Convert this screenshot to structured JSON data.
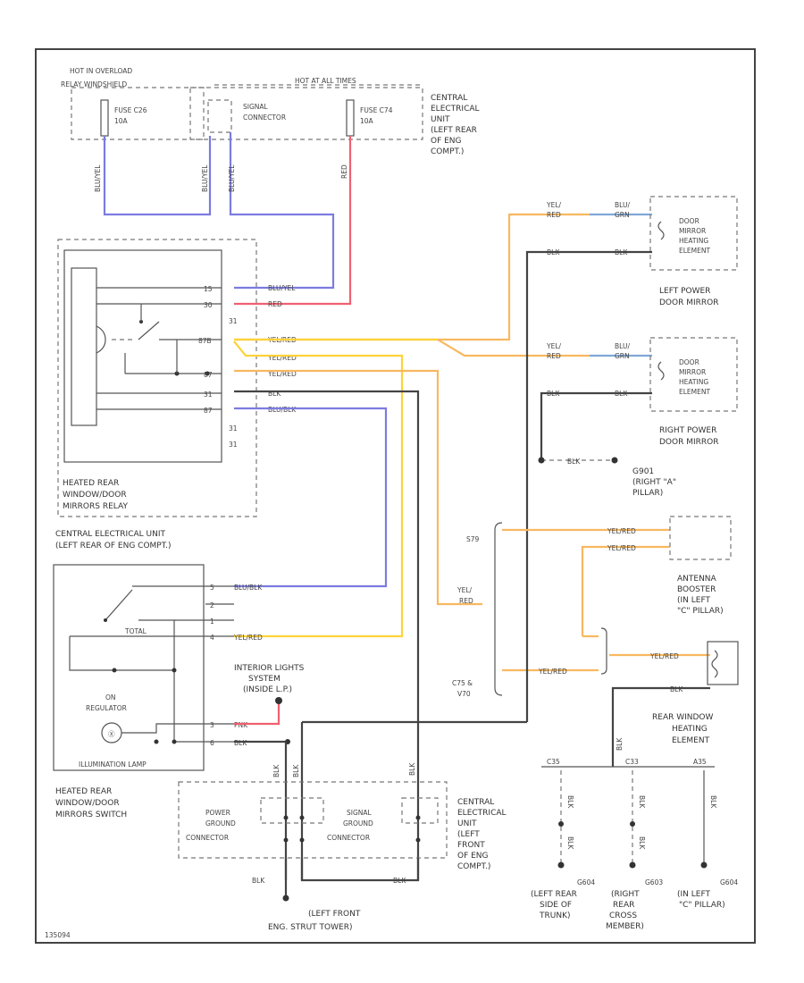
{
  "diagram": {
    "top_left_label": [
      "HOT IN OVERLOAD",
      "RELAY WINDSHIELD"
    ],
    "top_right_bar_label": "HOT AT ALL TIMES",
    "fuses": {
      "left": [
        "FUSE C26",
        "10A"
      ],
      "right": [
        "FUSE C74",
        "10A"
      ],
      "signal_connector": [
        "SIGNAL",
        "CONNECTOR"
      ]
    },
    "central_unit_top": [
      "CENTRAL",
      "ELECTRICAL",
      "UNIT",
      "(LEFT REAR",
      "OF ENG",
      "COMPT.)"
    ],
    "wire_top": {
      "a": "BLU/YEL",
      "b": "BLU/YEL",
      "c": "BLU/YEL",
      "d": "RED"
    },
    "relay": {
      "pins": [
        "15",
        "30",
        "31",
        "87B",
        "87",
        "31",
        "87",
        "31",
        "31"
      ],
      "wires": [
        "BLU/YEL",
        "RED",
        "YEL/RED",
        "YEL/RED",
        "YEL/RED",
        "BLK",
        "BLU/BLK"
      ],
      "label": [
        "HEATED REAR",
        "WINDOW/DOOR",
        "MIRRORS RELAY"
      ]
    },
    "left_mirror": {
      "wires_in": [
        "YEL/",
        "RED",
        "BLK"
      ],
      "wires_out": [
        "BLU/",
        "GRN",
        "BLK"
      ],
      "element": [
        "DOOR",
        "MIRROR",
        "HEATING",
        "ELEMENT"
      ],
      "label": [
        "LEFT POWER",
        "DOOR MIRROR"
      ]
    },
    "right_mirror": {
      "wires_in": [
        "YEL/",
        "RED",
        "BLK"
      ],
      "wires_out": [
        "BLU/",
        "GRN",
        "BLK"
      ],
      "element": [
        "DOOR",
        "MIRROR",
        "HEATING",
        "ELEMENT"
      ],
      "label": [
        "RIGHT POWER",
        "DOOR MIRROR"
      ]
    },
    "ground_right_pillar": {
      "wire": "BLK",
      "label": [
        "G901",
        "(RIGHT \"A\"",
        "PILLAR)"
      ]
    },
    "central_unit_mid": [
      "CENTRAL ELECTRICAL UNIT",
      "(LEFT REAR OF ENG COMPT.)"
    ],
    "switch": {
      "pins": [
        "5",
        "2",
        "1",
        "4",
        "3",
        "6"
      ],
      "wires": [
        "BLU/BLK",
        "YEL/RED",
        "PNK",
        "BLK"
      ],
      "total_label": "TOTAL",
      "regulator": [
        "ON",
        "REGULATOR"
      ],
      "illumination": "ILLUMINATION LAMP",
      "label": [
        "HEATED REAR",
        "WINDOW/DOOR",
        "MIRRORS SWITCH"
      ]
    },
    "interior_lights": [
      "INTERIOR LIGHTS",
      "SYSTEM",
      "(INSIDE L.P.)"
    ],
    "splice_labels": {
      "s1": "S79",
      "s2": "YEL/",
      "s3": "RED",
      "s4": "C75 &",
      "s5": "V70"
    },
    "antenna": {
      "wires": [
        "YEL/RED",
        "YEL/RED",
        "YEL/RED",
        "YEL/RED"
      ],
      "label": [
        "ANTENNA",
        "BOOSTER",
        "(IN LEFT",
        "\"C\" PILLAR)"
      ]
    },
    "rear_window": {
      "wire": "BLK",
      "label": [
        "REAR WINDOW",
        "HEATING",
        "ELEMENT"
      ]
    },
    "ground_connectors": {
      "power": [
        "POWER",
        "GROUND",
        "CONNECTOR"
      ],
      "signal": [
        "SIGNAL",
        "GROUND",
        "CONNECTOR"
      ],
      "central": [
        "CENTRAL",
        "ELECTRICAL",
        "UNIT",
        "(LEFT",
        "FRONT",
        "OF ENG",
        "COMPT.)"
      ],
      "wires": [
        "BLK",
        "BLK",
        "BLK",
        "BLK",
        "BLK"
      ]
    },
    "ground_left_front": {
      "label": [
        "(LEFT FRONT",
        "ENG. STRUT TOWER)"
      ]
    },
    "rear_grounds": {
      "splices": [
        "C35",
        "C33",
        "A35"
      ],
      "wires": [
        "BLK",
        "BLK",
        "BLK",
        "BLK",
        "BLK",
        "BLK"
      ],
      "g1": {
        "id": "G604",
        "label": [
          "(LEFT REAR",
          "SIDE OF",
          "TRUNK)"
        ]
      },
      "g2": {
        "id": "G603",
        "label": [
          "(RIGHT",
          "REAR",
          "CROSS",
          "MEMBER)"
        ]
      },
      "g3": {
        "id": "G604",
        "label": [
          "(IN LEFT",
          "\"C\" PILLAR)"
        ]
      }
    },
    "figure_id": "135094"
  }
}
